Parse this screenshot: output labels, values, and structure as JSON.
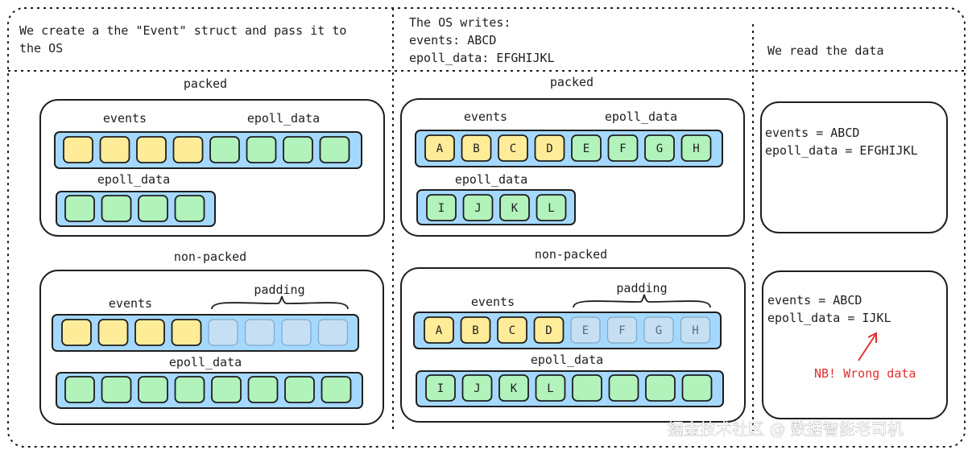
{
  "columns": {
    "col1": {
      "header": [
        "We create a the \"Event\" struct and pass it to",
        "the OS"
      ]
    },
    "col2": {
      "header": [
        "The OS writes:",
        "events: ABCD",
        "epoll_data: EFGHIJKL"
      ]
    },
    "col3": {
      "header": [
        "We read the data"
      ]
    }
  },
  "sections": {
    "packed_label": "packed",
    "nonpacked_label": "non-packed",
    "events_label": "events",
    "epoll_label": "epoll_data",
    "padding_label": "padding"
  },
  "col2_cells": {
    "events": [
      "A",
      "B",
      "C",
      "D"
    ],
    "epoll_top": [
      "E",
      "F",
      "G",
      "H"
    ],
    "epoll_bottom": [
      "I",
      "J",
      "K",
      "L"
    ]
  },
  "results": {
    "packed": [
      "events = ABCD",
      "epoll_data = EFGHIJKL"
    ],
    "nonpacked": [
      "events = ABCD",
      "epoll_data = IJKL"
    ],
    "warning": "NB! Wrong data"
  },
  "watermark": "掘金技术社区 @ 数据智能老司机",
  "colors": {
    "yellow": "#ffec99",
    "green": "#b2f2bb",
    "blue": "#a5d8ff",
    "faded": "#c7dff2",
    "red": "#e03131"
  }
}
